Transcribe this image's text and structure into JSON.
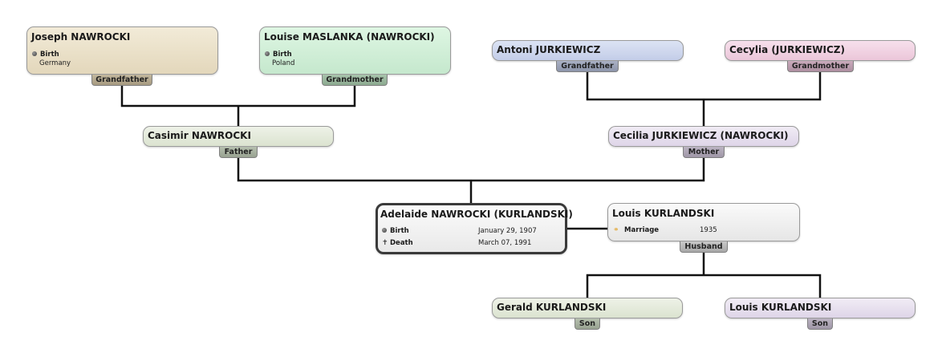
{
  "people": {
    "joseph": {
      "name": "Joseph NAWROCKI",
      "role": "Grandfather",
      "event_label": "Birth",
      "event_place": "Germany",
      "color": "#e9dfc6"
    },
    "louise": {
      "name": "Louise MASLANKA (NAWROCKI)",
      "role": "Grandmother",
      "event_label": "Birth",
      "event_place": "Poland",
      "color": "#d2efd9"
    },
    "antoni": {
      "name": "Antoni JURKIEWICZ",
      "role": "Grandfather",
      "color": "#cfd7ee"
    },
    "cecylia": {
      "name": "Cecylia (JURKIEWICZ)",
      "role": "Grandmother",
      "color": "#f1d2e3"
    },
    "casimir": {
      "name": "Casimir NAWROCKI",
      "role": "Father",
      "color": "#e3ead9"
    },
    "cecilia": {
      "name": "Cecilia JURKIEWICZ (NAWROCKI)",
      "role": "Mother",
      "color": "#e7e0ee"
    },
    "adelaide": {
      "name": "Adelaide NAWROCKI (KURLANDSKI)",
      "birth_label": "Birth",
      "birth_date": "January 29, 1907",
      "death_label": "Death",
      "death_date": "March 07, 1991",
      "color": "#f4f4f4"
    },
    "louis_h": {
      "name": "Louis KURLANDSKI",
      "role": "Husband",
      "marriage_label": "Marriage",
      "marriage_year": "1935",
      "color": "#f2f2f2"
    },
    "gerald": {
      "name": "Gerald KURLANDSKI",
      "role": "Son",
      "color": "#e4ebdc"
    },
    "louis_s": {
      "name": "Louis KURLANDSKI",
      "role": "Son",
      "color": "#e7e0ee"
    }
  }
}
